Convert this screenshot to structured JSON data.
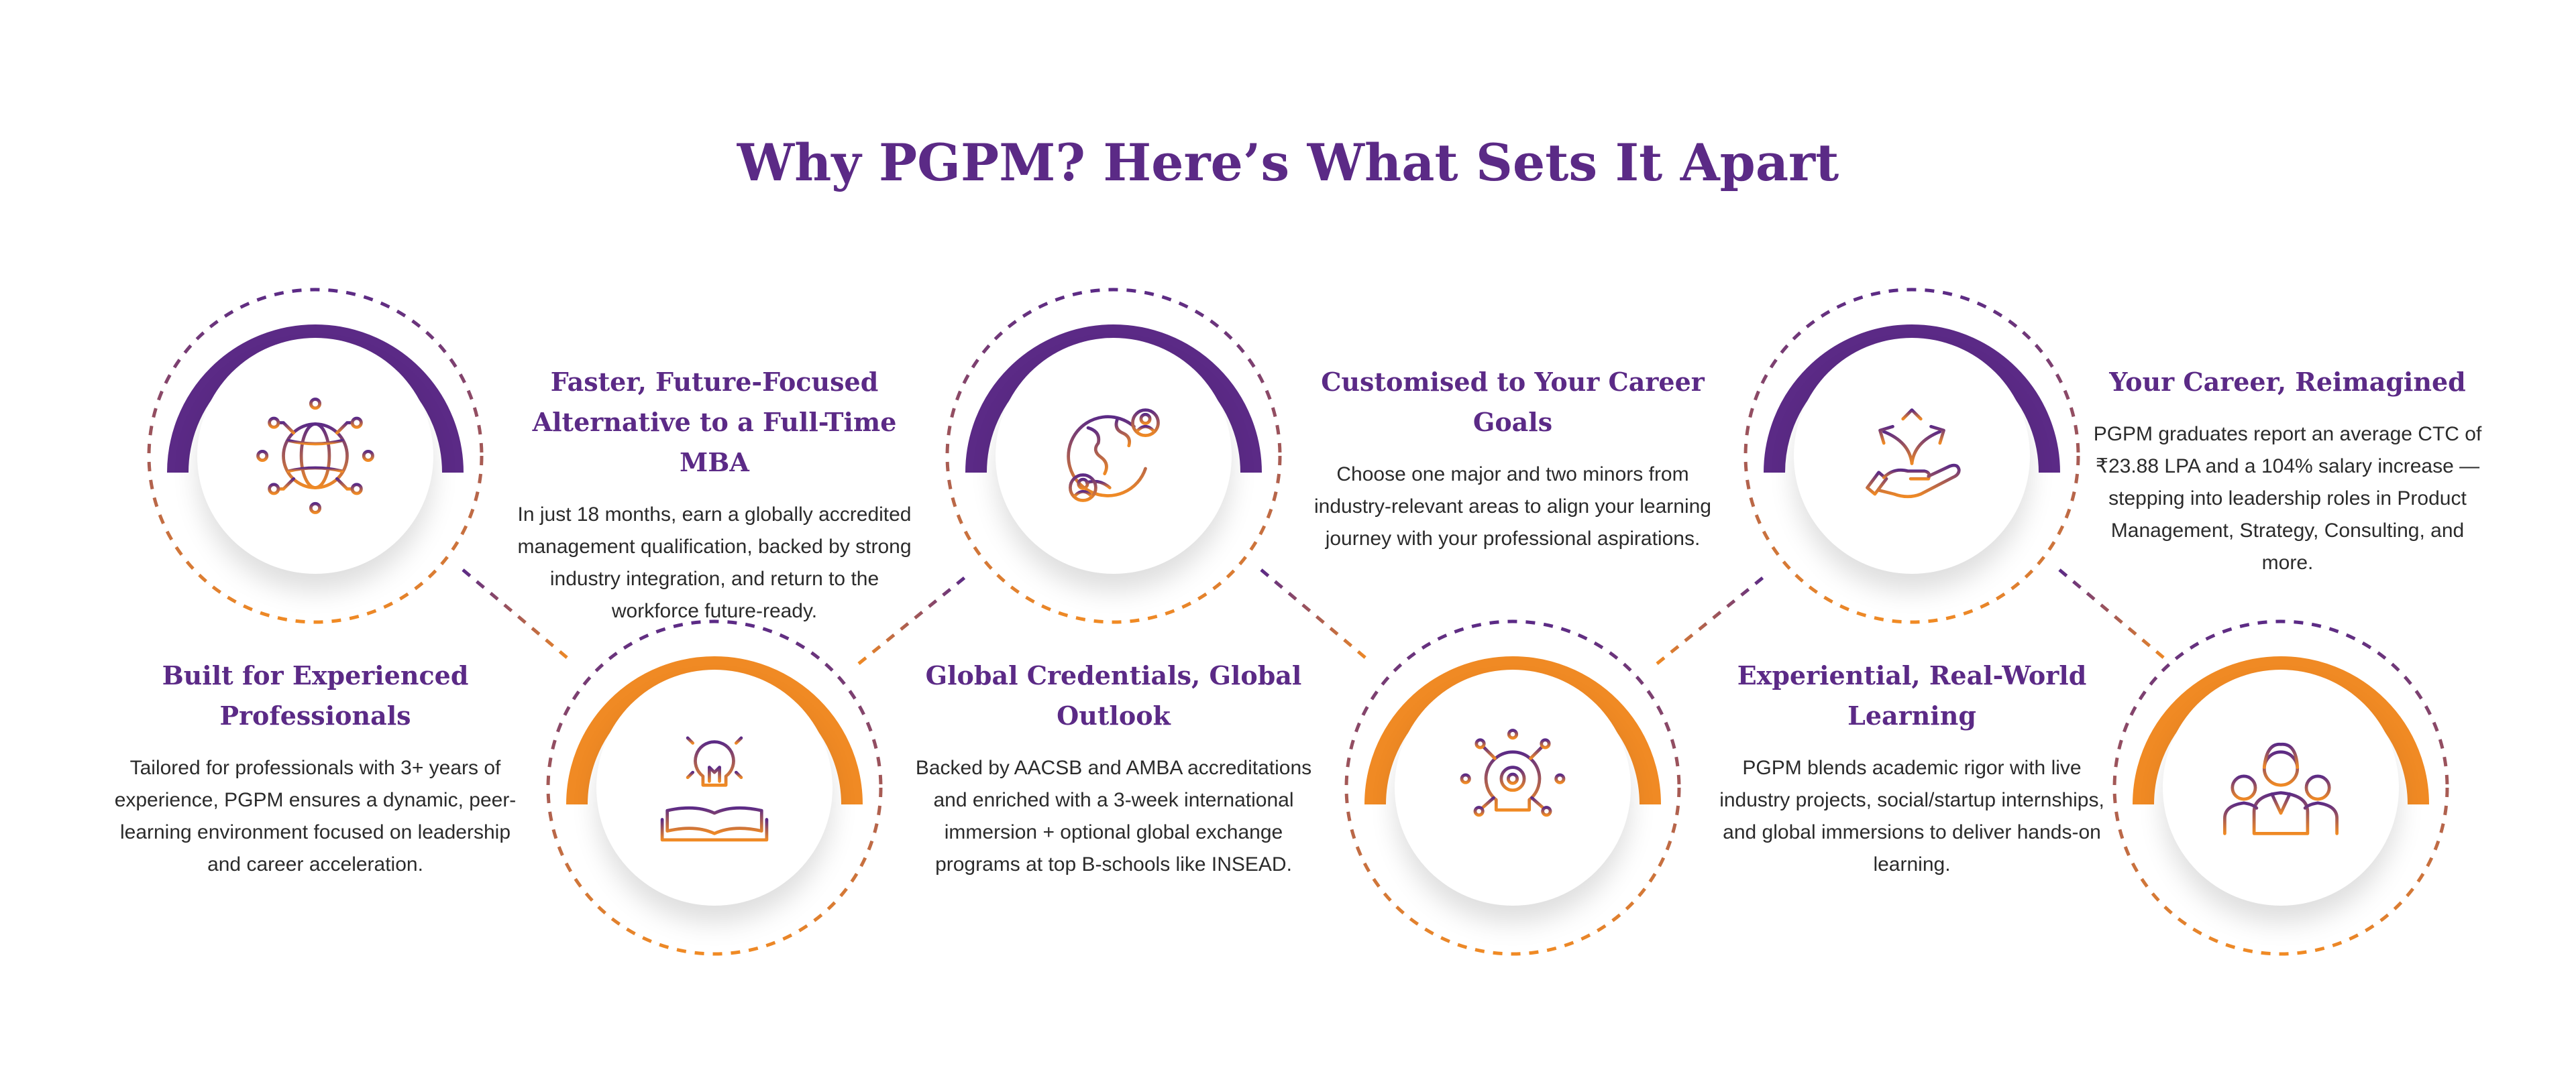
{
  "page": {
    "title": "Why PGPM? Here’s What Sets It Apart"
  },
  "colors": {
    "purple": "#5b2a86",
    "orange": "#f08a24",
    "text": "#2b2b2b"
  },
  "features": [
    {
      "title": "Built for Experienced Professionals",
      "description": "Tailored for professionals with 3+ years of experience, PGPM ensures a dynamic, peer-learning environment focused on leadership and career acceleration.",
      "icon": "global-network-icon",
      "accent": "purple"
    },
    {
      "title": "Faster, Future-Focused Alternative to a Full-Time MBA",
      "description": "In just 18 months, earn a globally accredited management qualification, backed by strong industry integration, and return to the workforce future-ready.",
      "icon": "lightbulb-book-icon",
      "accent": "orange"
    },
    {
      "title": "Global Credentials, Global Outlook",
      "description": "Backed by AACSB and AMBA accreditations and enriched with a 3-week international immersion + optional global exchange programs at top B-schools like INSEAD.",
      "icon": "globe-people-icon",
      "accent": "purple"
    },
    {
      "title": "Customised to Your Career Goals",
      "description": "Choose one major and two minors from industry-relevant areas to align your learning journey with your professional aspirations.",
      "icon": "gear-bulb-icon",
      "accent": "orange"
    },
    {
      "title": "Experiential, Real-World Learning",
      "description": "PGPM blends academic rigor with live industry projects, social/startup internships, and global immersions to deliver hands-on learning.",
      "icon": "hand-arrows-icon",
      "accent": "purple"
    },
    {
      "title": "Your Career, Reimagined",
      "description": "PGPM graduates report an average CTC of ₹23.88 LPA and a 104% salary increase — stepping into leadership roles in Product Management, Strategy, Consulting, and more.",
      "icon": "team-icon",
      "accent": "orange"
    }
  ]
}
